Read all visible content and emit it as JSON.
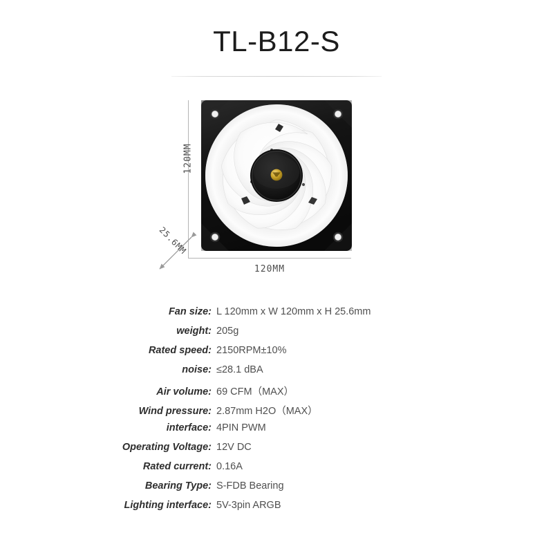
{
  "page": {
    "title": "TL-B12-S",
    "background_color": "#ffffff"
  },
  "diagram": {
    "name": "fan-technical-drawing",
    "dimensions": {
      "height_label": "120MM",
      "width_label": "120MM",
      "depth_label": "25.6MM"
    },
    "colors": {
      "frame": "#1a1a1a",
      "blades": "#fdfdfd",
      "hub": "#141414",
      "logo": "#c9a227",
      "dimension_line": "#b4b4b4"
    },
    "blade_count": 9
  },
  "specs": {
    "rows": [
      {
        "label": "Fan size:",
        "value": "L 120mm x W 120mm x H 25.6mm"
      },
      {
        "label": "weight:",
        "value": "205g"
      },
      {
        "label": "Rated speed:",
        "value": "2150RPM±10%"
      },
      {
        "label": "noise:",
        "value": "≤28.1 dBA"
      },
      {
        "label": "Air volume:",
        "value": "69 CFM（MAX）"
      },
      {
        "label": "Wind pressure:",
        "value": "2.87mm H2O（MAX）"
      },
      {
        "label": "interface:",
        "value": "4PIN PWM"
      },
      {
        "label": "Operating Voltage:",
        "value": "12V DC"
      },
      {
        "label": "Rated current:",
        "value": "0.16A"
      },
      {
        "label": "Bearing Type:",
        "value": "S-FDB Bearing"
      },
      {
        "label": "Lighting interface:",
        "value": "5V-3pin ARGB"
      }
    ]
  }
}
